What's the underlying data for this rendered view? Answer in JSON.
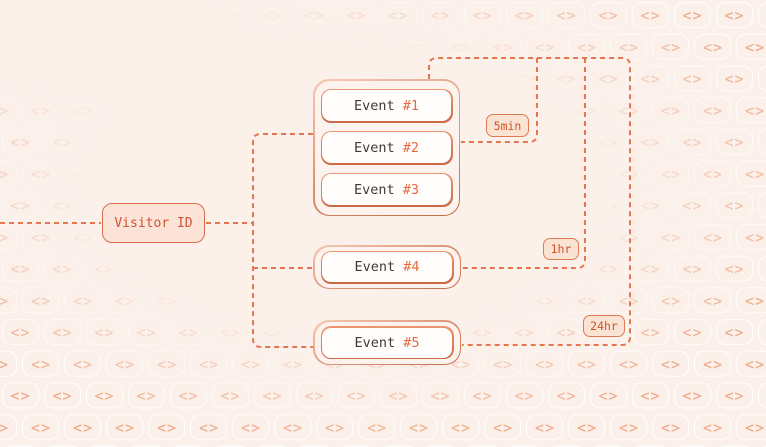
{
  "diagram": {
    "visitor_label": "Visitor ID",
    "groups": [
      {
        "window": "5min",
        "events": [
          {
            "name": "Event",
            "num": "#1"
          },
          {
            "name": "Event",
            "num": "#2"
          },
          {
            "name": "Event",
            "num": "#3"
          }
        ]
      },
      {
        "window": "1hr",
        "events": [
          {
            "name": "Event",
            "num": "#4"
          }
        ]
      },
      {
        "window": "24hr",
        "events": [
          {
            "name": "Event",
            "num": "#5"
          }
        ]
      }
    ]
  },
  "background_pattern": {
    "glyph": "<>"
  },
  "colors": {
    "bg": "#fcf0ea",
    "line": "#e5764f",
    "visitor-fill": "#fbe3d8",
    "visitor-border": "#d96e4d",
    "accent-text": "#ce5430",
    "grad-light": "#f5c9b4",
    "grad-dark": "#c56845",
    "group-fill": "#fdf3ee",
    "inner-grad-light": "#ec9771",
    "inner-grad-dark": "#cc6845",
    "event-fill": "#fffefd",
    "event-text": "#3f3a35",
    "event-num": "#e66a3e",
    "pill-fill": "#fbe3d4",
    "pill-border": "#dd7b52",
    "pill-text": "#d0532b",
    "pattern-glyph": "#eba47f",
    "pattern-outline": "#fffdfc"
  }
}
